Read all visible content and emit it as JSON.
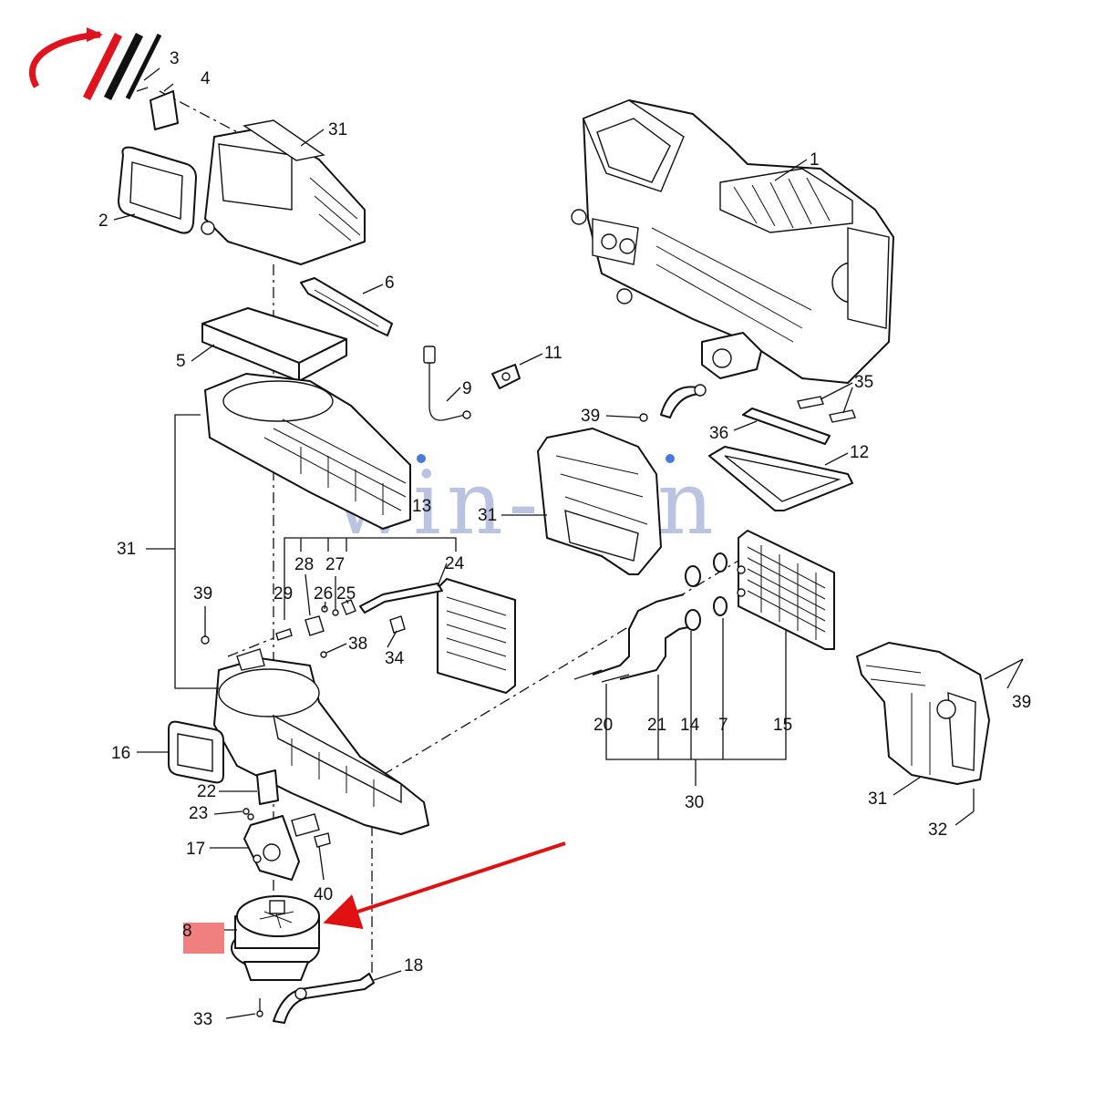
{
  "watermark": {
    "text": "win-win",
    "color": "#1e3c9a"
  },
  "logo": {
    "name": "brand-logo",
    "colors": [
      "#e0141e",
      "#111111"
    ]
  },
  "highlight": {
    "part_number": "8",
    "box_color": "#f08080",
    "arrow_color": "#e01010"
  },
  "callouts": [
    "1",
    "2",
    "3",
    "4",
    "5",
    "6",
    "7",
    "8",
    "9",
    "11",
    "12",
    "13",
    "14",
    "15",
    "16",
    "17",
    "18",
    "20",
    "21",
    "22",
    "23",
    "24",
    "25",
    "26",
    "27",
    "28",
    "29",
    "30",
    "31",
    "32",
    "33",
    "34",
    "35",
    "36",
    "38",
    "39",
    "40"
  ]
}
